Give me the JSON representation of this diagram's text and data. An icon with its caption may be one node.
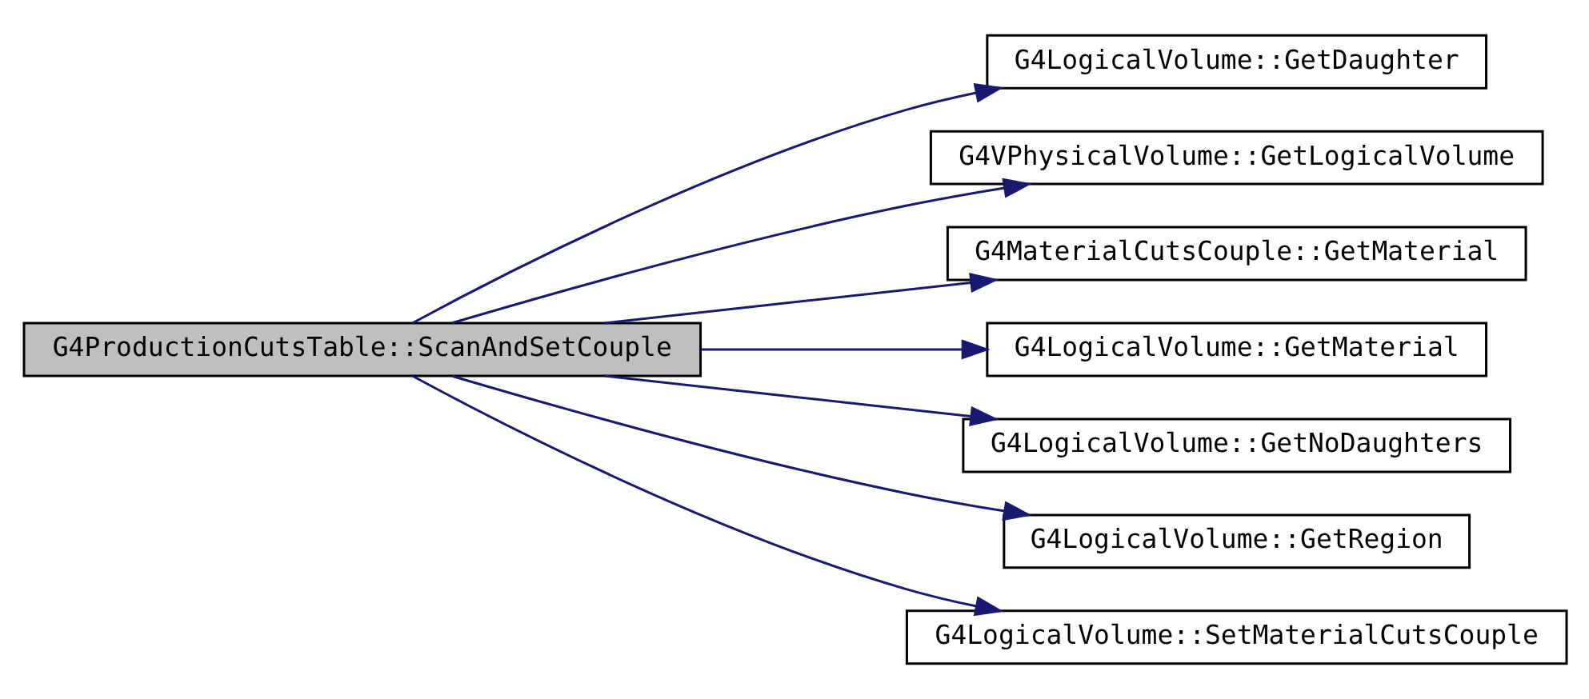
{
  "diagram": {
    "nodes": [
      {
        "text": [
          "G4ProductionCutsTable::ScanAndSetCouple"
        ]
      },
      {
        "text": [
          "G4LogicalVolume::GetDaughter"
        ]
      },
      {
        "text": [
          "G4VPhysicalVolume::GetLogicalVolume"
        ]
      },
      {
        "text": [
          "G4MaterialCutsCouple::GetMaterial"
        ]
      },
      {
        "text": [
          "G4LogicalVolume::GetMaterial"
        ]
      },
      {
        "text": [
          "G4LogicalVolume::GetNoDaughters"
        ]
      },
      {
        "text": [
          "G4LogicalVolume::GetRegion"
        ]
      },
      {
        "text": [
          "G4LogicalVolume::SetMaterialCutsCouple"
        ]
      }
    ],
    "edges": [
      {
        "from": 0,
        "to": 1,
        "arrow": "to"
      },
      {
        "from": 0,
        "to": 2,
        "arrow": "to"
      },
      {
        "from": 0,
        "to": 3,
        "arrow": "to"
      },
      {
        "from": 0,
        "to": 4,
        "arrow": "to"
      },
      {
        "from": 0,
        "to": 5,
        "arrow": "to"
      },
      {
        "from": 0,
        "to": 6,
        "arrow": "to"
      },
      {
        "from": 0,
        "to": 7,
        "arrow": "to"
      }
    ]
  }
}
